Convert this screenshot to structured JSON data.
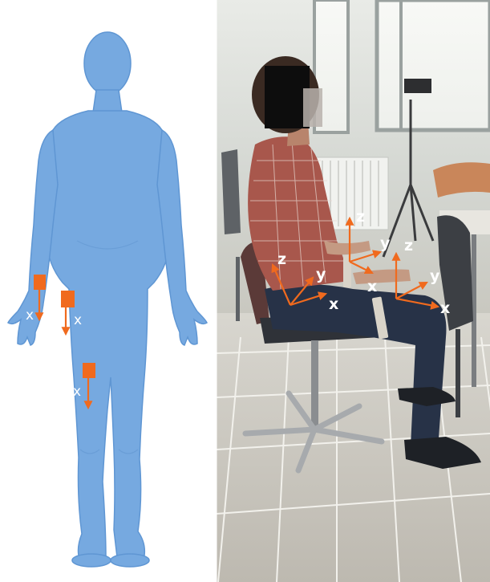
{
  "colors": {
    "body_fill": "#76a9e0",
    "body_outline": "#5f96d3",
    "sensor_orange": "#f06a1e",
    "label_white": "#ffffff",
    "room_wall": "#d8dbd6",
    "floor_tile": "#c9c6be",
    "window_frame": "#9aa19f",
    "chair_gray": "#6c6f73",
    "shirt_red": "#a8574c",
    "jeans": "#273247"
  },
  "left_panel": {
    "sensors": [
      {
        "name": "wrist",
        "axis_label": "x"
      },
      {
        "name": "hip",
        "axis_label": "x"
      },
      {
        "name": "knee",
        "axis_label": "x"
      }
    ]
  },
  "right_panel": {
    "frames": [
      {
        "name": "left-frame",
        "labels": [
          "z",
          "y",
          "x"
        ]
      },
      {
        "name": "center-frame",
        "labels": [
          "z",
          "y",
          "x"
        ]
      },
      {
        "name": "right-frame",
        "labels": [
          "z",
          "y",
          "x"
        ]
      }
    ]
  }
}
